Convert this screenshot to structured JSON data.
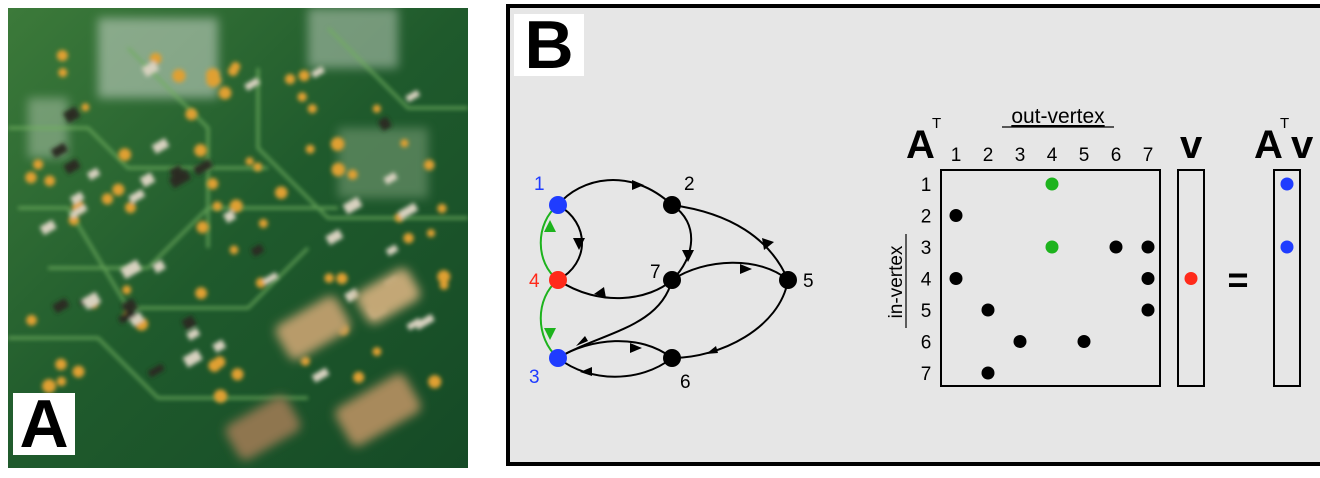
{
  "panel_a": {
    "letter": "A",
    "photo_description_icon": "circuit-board-photo"
  },
  "panel_b": {
    "letter": "B",
    "graph": {
      "nodes": [
        {
          "id": "1",
          "color": "#1f3cff"
        },
        {
          "id": "2",
          "color": "#000000"
        },
        {
          "id": "3",
          "color": "#1f3cff"
        },
        {
          "id": "4",
          "color": "#ff2a1a"
        },
        {
          "id": "5",
          "color": "#000000"
        },
        {
          "id": "6",
          "color": "#000000"
        },
        {
          "id": "7",
          "color": "#000000"
        }
      ]
    },
    "matrix": {
      "title": "A",
      "title_superscript": "T",
      "column_axis_label": "out-vertex",
      "row_axis_label": "in-vertex",
      "column_labels": [
        "1",
        "2",
        "3",
        "4",
        "5",
        "6",
        "7"
      ],
      "row_labels": [
        "1",
        "2",
        "3",
        "4",
        "5",
        "6",
        "7"
      ],
      "entries": [
        {
          "row": 1,
          "col": 4,
          "color": "#1db31d"
        },
        {
          "row": 2,
          "col": 1,
          "color": "#000000"
        },
        {
          "row": 3,
          "col": 4,
          "color": "#1db31d"
        },
        {
          "row": 3,
          "col": 6,
          "color": "#000000"
        },
        {
          "row": 3,
          "col": 7,
          "color": "#000000"
        },
        {
          "row": 4,
          "col": 1,
          "color": "#000000"
        },
        {
          "row": 4,
          "col": 7,
          "color": "#000000"
        },
        {
          "row": 5,
          "col": 2,
          "color": "#000000"
        },
        {
          "row": 5,
          "col": 7,
          "color": "#000000"
        },
        {
          "row": 6,
          "col": 3,
          "color": "#000000"
        },
        {
          "row": 6,
          "col": 5,
          "color": "#000000"
        },
        {
          "row": 7,
          "col": 2,
          "color": "#000000"
        }
      ]
    },
    "vector_v": {
      "label": "v",
      "entries": [
        {
          "row": 4,
          "color": "#ff2a1a"
        }
      ]
    },
    "equals_sign": "=",
    "result": {
      "label_a": "A",
      "label_superscript": "T",
      "label_v": "v",
      "entries": [
        {
          "row": 1,
          "color": "#1f3cff"
        },
        {
          "row": 3,
          "color": "#1f3cff"
        }
      ]
    },
    "colors": {
      "blue": "#1f3cff",
      "red": "#ff2a1a",
      "green": "#1db31d",
      "black": "#000000"
    }
  }
}
